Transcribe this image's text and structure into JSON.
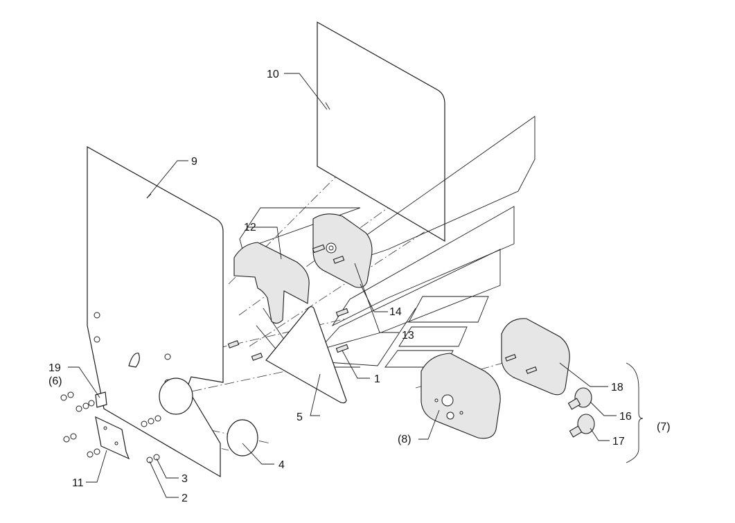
{
  "callouts": {
    "c1": "1",
    "c2": "2",
    "c3": "3",
    "c4": "4",
    "c5": "5",
    "c6": "(6)",
    "c7": "(7)",
    "c8": "(8)",
    "c9": "9",
    "c10": "10",
    "c11": "11",
    "c12": "12",
    "c13": "13",
    "c14": "14",
    "c16": "16",
    "c17": "17",
    "c18": "18",
    "c19": "19"
  }
}
